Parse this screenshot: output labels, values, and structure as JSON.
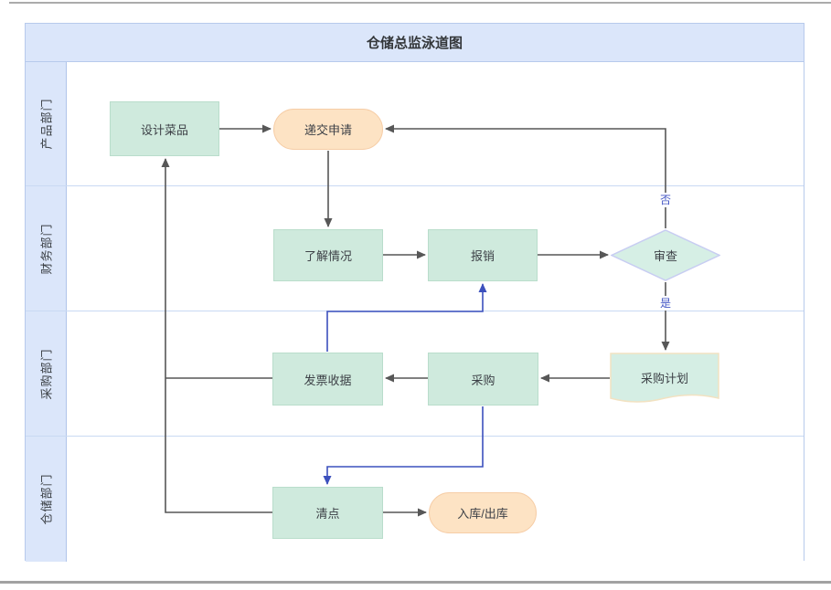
{
  "title": "仓储总监泳道图",
  "lanes": [
    {
      "label": "产品部门"
    },
    {
      "label": "财务部门"
    },
    {
      "label": "采购部门"
    },
    {
      "label": "仓储部门"
    }
  ],
  "nodes": [
    {
      "id": "design",
      "label": "设计菜品",
      "type": "process",
      "lane": "产品部门"
    },
    {
      "id": "submit",
      "label": "递交申请",
      "type": "terminal",
      "lane": "产品部门"
    },
    {
      "id": "understand",
      "label": "了解情况",
      "type": "process",
      "lane": "财务部门"
    },
    {
      "id": "reimburse",
      "label": "报销",
      "type": "process",
      "lane": "财务部门"
    },
    {
      "id": "review",
      "label": "审查",
      "type": "decision",
      "lane": "财务部门"
    },
    {
      "id": "invoice",
      "label": "发票收据",
      "type": "process",
      "lane": "采购部门"
    },
    {
      "id": "purchase",
      "label": "采购",
      "type": "process",
      "lane": "采购部门"
    },
    {
      "id": "plan",
      "label": "采购计划",
      "type": "document",
      "lane": "采购部门"
    },
    {
      "id": "count",
      "label": "清点",
      "type": "process",
      "lane": "仓储部门"
    },
    {
      "id": "inout",
      "label": "入库/出库",
      "type": "terminal",
      "lane": "仓储部门"
    }
  ],
  "edge_labels": {
    "no": "否",
    "yes": "是"
  },
  "colors": {
    "lane_header_bg": "#dbe6fa",
    "pool_border": "#b7caec",
    "process_fill": "#cfeadd",
    "process_border": "#b9ddcb",
    "terminal_fill": "#fde3c4",
    "terminal_border": "#f6cda6",
    "decision_fill": "#d6efe5",
    "decision_border": "#c8cdf2",
    "document_fill": "#d5eee4",
    "document_border": "#f2e2c2",
    "arrow_gray": "#575757",
    "arrow_blue": "#3c50bd",
    "edge_label_text": "#4356c4"
  }
}
